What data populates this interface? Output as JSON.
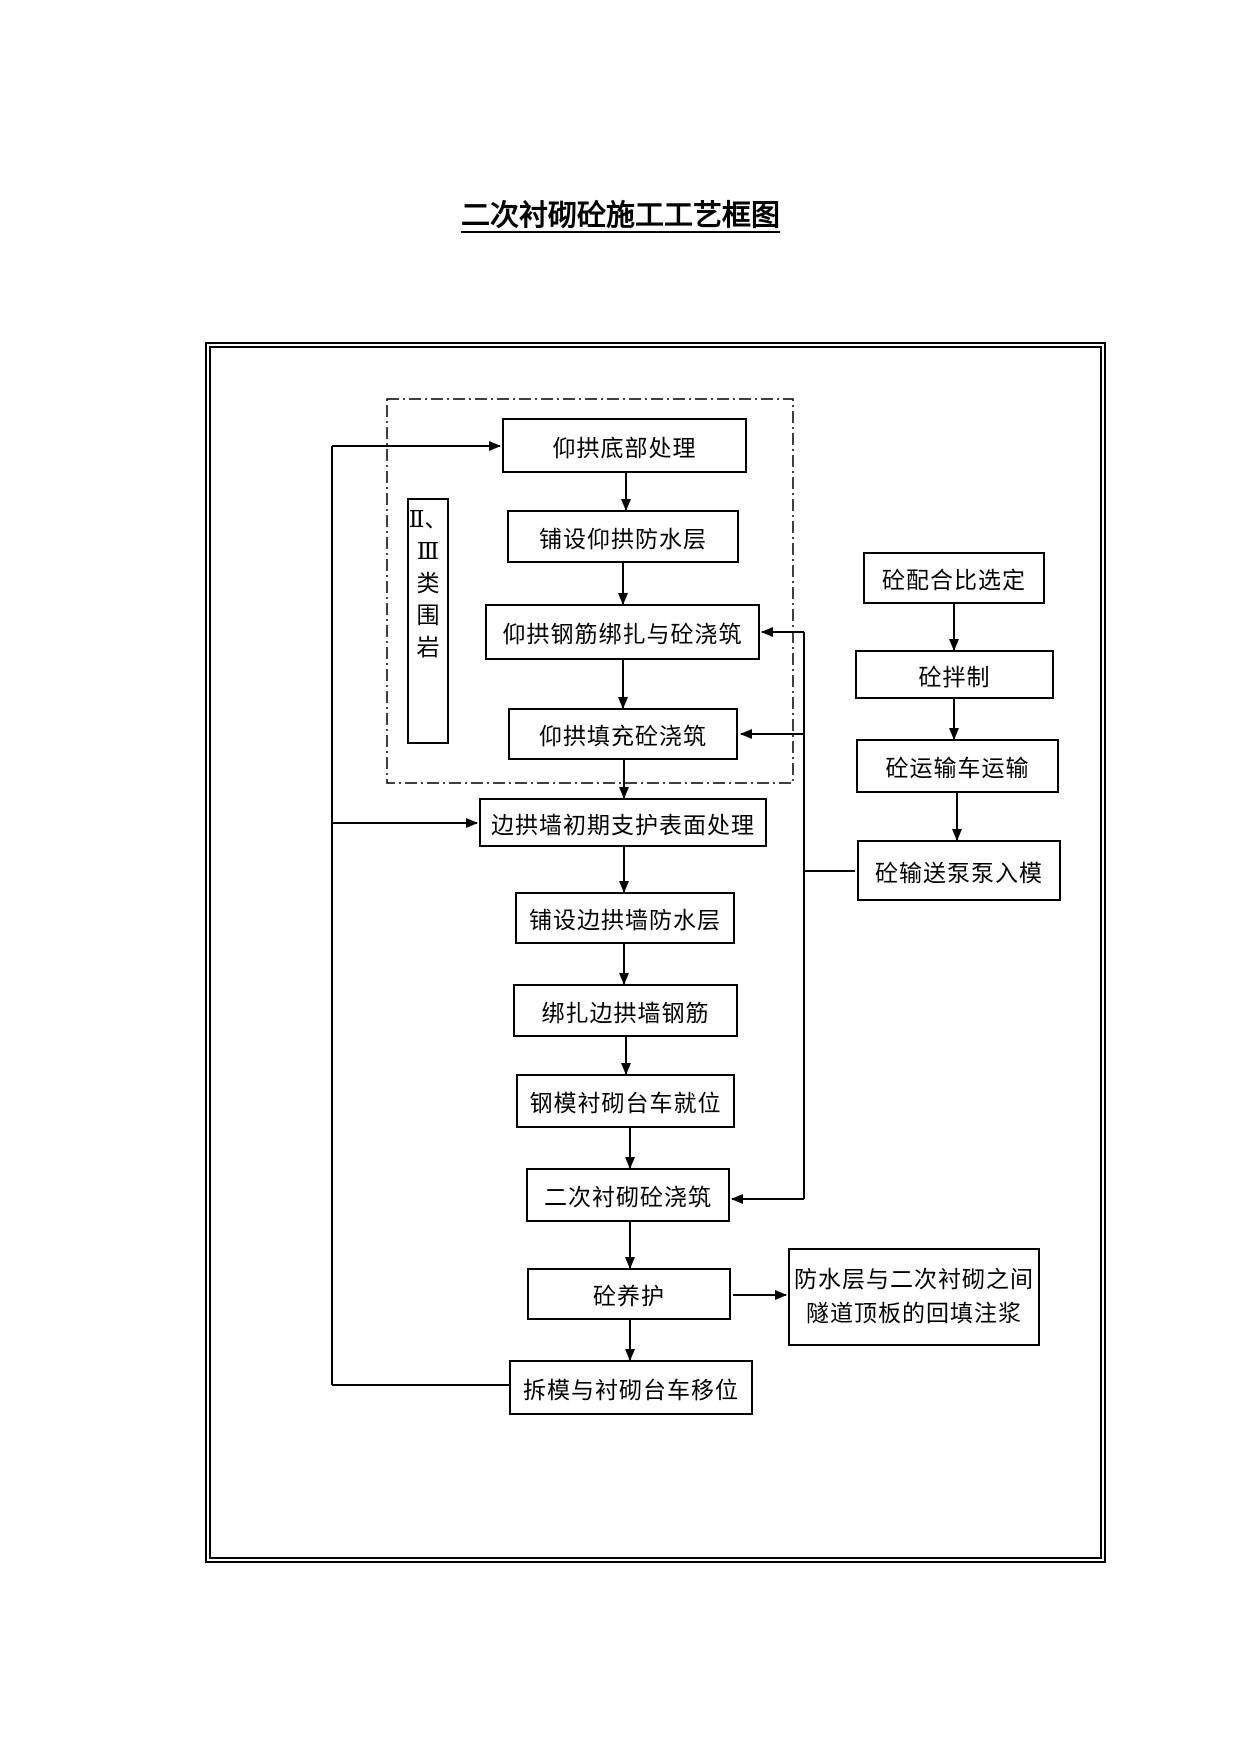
{
  "title": "二次衬砌砼施工工艺框图",
  "region_label": [
    "Ⅱ、",
    "Ⅲ",
    "类",
    "围",
    "岩"
  ],
  "steps": {
    "invert_base": "仰拱底部处理",
    "invert_waterproof": "铺设仰拱防水层",
    "invert_rebar_pour": "仰拱钢筋绑扎与砼浇筑",
    "invert_fill_pour": "仰拱填充砼浇筑",
    "wall_surface": "边拱墙初期支护表面处理",
    "wall_waterproof": "铺设边拱墙防水层",
    "wall_rebar": "绑扎边拱墙钢筋",
    "formwork_position": "钢模衬砌台车就位",
    "lining_pour": "二次衬砌砼浇筑",
    "curing": "砼养护",
    "demold_move": "拆模与衬砌台车移位"
  },
  "concrete": {
    "mix_design": "砼配合比选定",
    "mixing": "砼拌制",
    "transport": "砼运输车运输",
    "pump": "砼输送泵泵入模"
  },
  "grouting": [
    "防水层与二次衬砌之间",
    "隧道顶板的回填注浆"
  ]
}
